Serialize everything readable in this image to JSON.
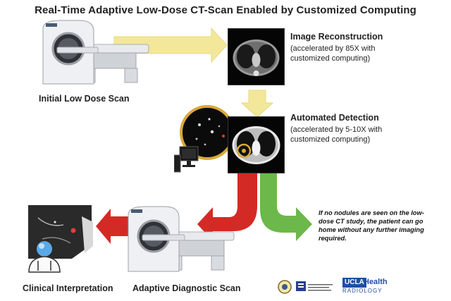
{
  "title": "Real-Time Adaptive Low-Dose CT-Scan Enabled by Customized Computing",
  "steps": {
    "initial_scan": {
      "label": "Initial Low Dose Scan"
    },
    "reconstruction": {
      "title": "Image Reconstruction",
      "detail": "(accelerated by 85X with customized computing)"
    },
    "detection": {
      "title": "Automated Detection",
      "detail": "(accelerated by 5-10X with customized computing)"
    },
    "adaptive_scan": {
      "label": "Adaptive Diagnostic Scan"
    },
    "clinical": {
      "label": "Clinical Interpretation"
    }
  },
  "outcome_note": "If no nodules are seen on the low-dose CT study, the patient can go home without any further imaging required.",
  "logos": {
    "ucla_brand": "UCLA",
    "ucla_health": "Health",
    "ucla_dept": "RADIOLOGY"
  },
  "colors": {
    "yellow_arrow": "#f3e79a",
    "red_arrow": "#d42a26",
    "green_arrow": "#6cb84a"
  }
}
